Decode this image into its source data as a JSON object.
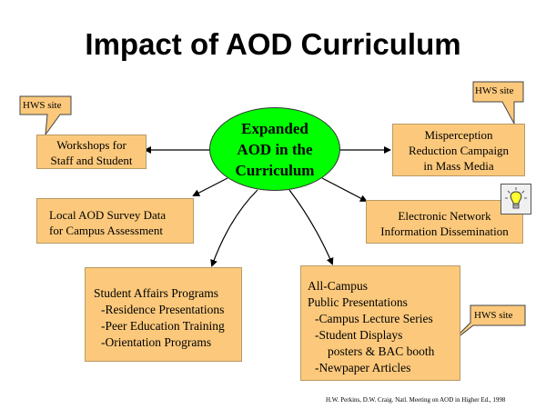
{
  "title": "Impact of AOD Curriculum",
  "center": {
    "lines": [
      "Expanded",
      "AOD in the",
      "Curriculum"
    ]
  },
  "callouts": {
    "left_top": "HWS site",
    "right_top": "HWS site",
    "right_mid": "HWS site"
  },
  "boxes": {
    "workshops": [
      "Workshops for",
      "Staff and Student"
    ],
    "misperception": [
      "Misperception",
      "Reduction Campaign",
      "in Mass Media"
    ],
    "survey": [
      "Local AOD Survey Data",
      "for Campus Assessment"
    ],
    "electronic": [
      "Electronic Network",
      "Information Dissemination"
    ],
    "student_affairs": [
      "Student Affairs Programs",
      "-Residence Presentations",
      "-Peer Education Training",
      "-Orientation Programs"
    ],
    "all_campus": [
      "All-Campus",
      "Public Presentations",
      "-Campus Lecture Series",
      "-Student Displays",
      "posters & BAC booth",
      "-Newpaper Articles"
    ]
  },
  "footer": "H.W. Perkins, D.W. Craig. Natl. Meeting on AOD in Higher Ed., 1998",
  "colors": {
    "box_fill": "#fcc97c",
    "center_fill": "#00ff00"
  },
  "icons": [
    "lightbulb-icon"
  ]
}
